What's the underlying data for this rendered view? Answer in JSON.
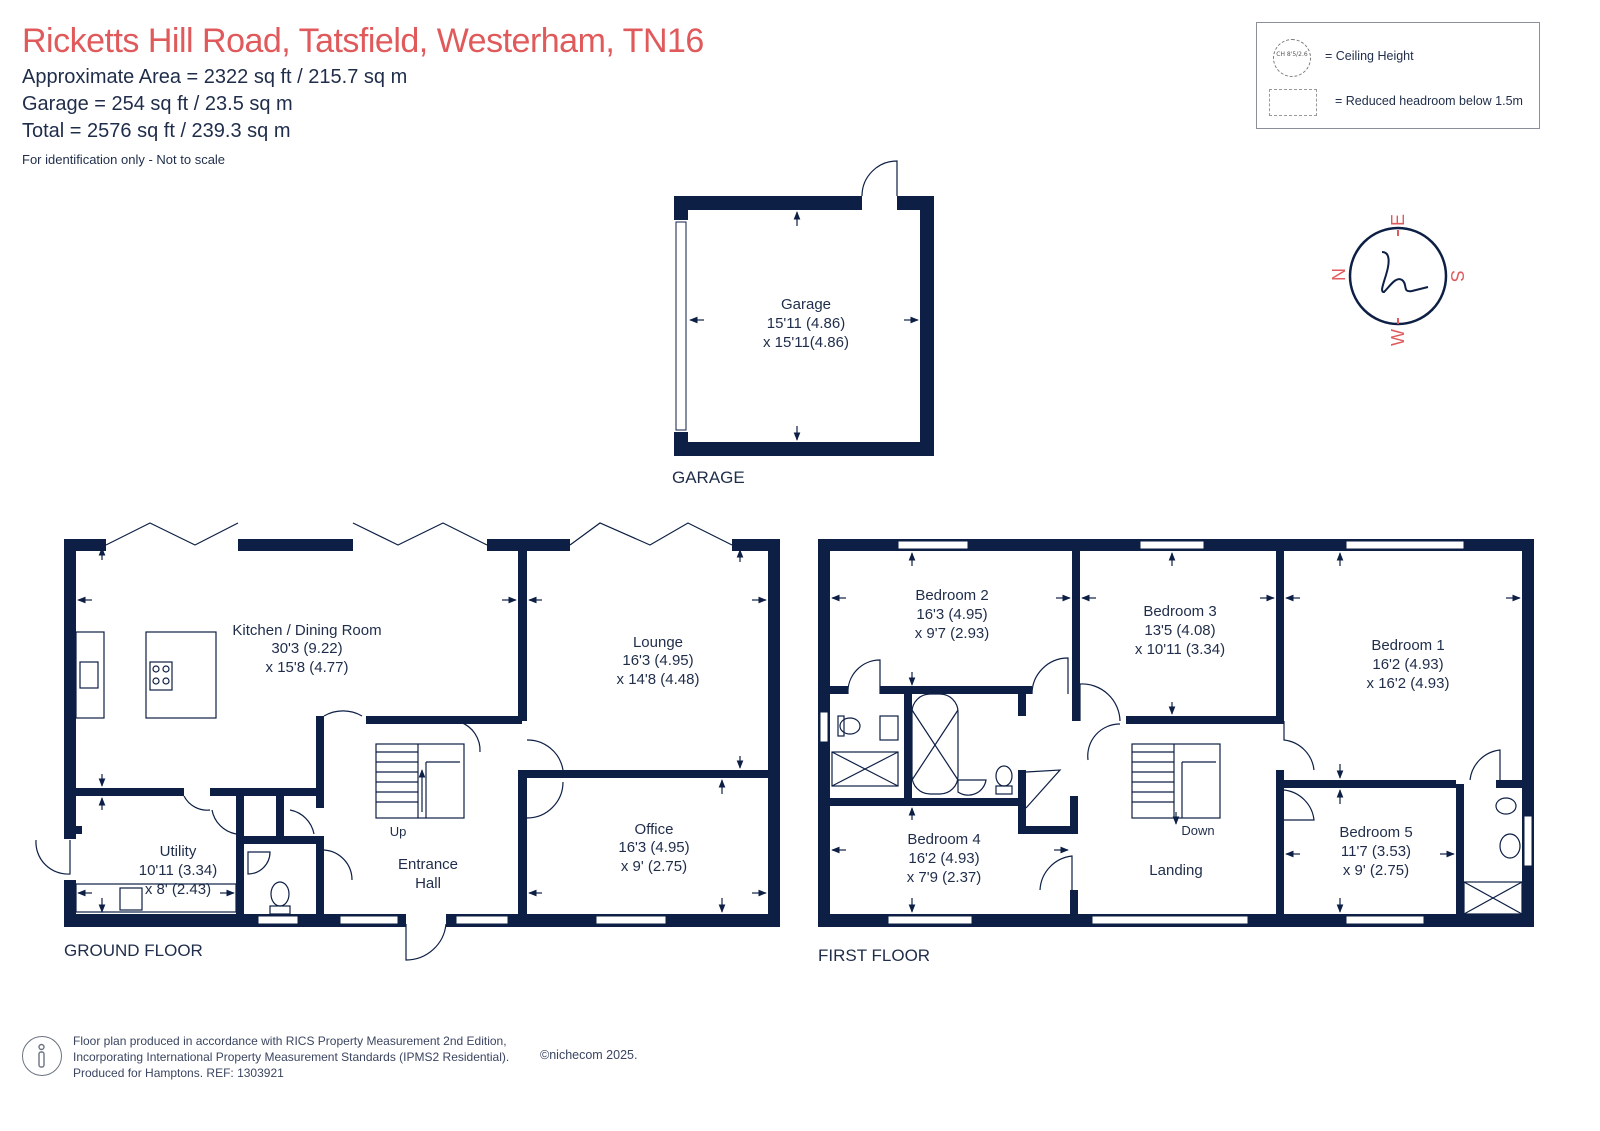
{
  "header": {
    "title": "Ricketts Hill Road, Tatsfield, Westerham, TN16",
    "approx_area": "Approximate Area = 2322 sq ft / 215.7 sq m",
    "garage_area": "Garage = 254 sq ft / 23.5 sq m",
    "total_area": "Total = 2576 sq ft / 239.3 sq m",
    "note": "For identification only - Not to scale"
  },
  "legend": {
    "ceiling_icon_text": "CH 8'5/2.6",
    "ceiling_label": "= Ceiling Height",
    "reduced_label": "= Reduced headroom below 1.5m"
  },
  "compass": {
    "north": "N",
    "east": "E",
    "south": "S",
    "west": "W"
  },
  "floors": {
    "garage": "GARAGE",
    "ground": "GROUND FLOOR",
    "first": "FIRST FLOOR"
  },
  "rooms": {
    "garage": {
      "name": "Garage",
      "dim1": "15'11 (4.86)",
      "dim2": "x 15'11(4.86)"
    },
    "kitchen": {
      "name": "Kitchen / Dining Room",
      "dim1": "30'3 (9.22)",
      "dim2": "x 15'8 (4.77)"
    },
    "lounge": {
      "name": "Lounge",
      "dim1": "16'3 (4.95)",
      "dim2": "x 14'8 (4.48)"
    },
    "office": {
      "name": "Office",
      "dim1": "16'3 (4.95)",
      "dim2": "x 9' (2.75)"
    },
    "utility": {
      "name": "Utility",
      "dim1": "10'11 (3.34)",
      "dim2": "x 8' (2.43)"
    },
    "hall": {
      "name": "Entrance",
      "name2": "Hall"
    },
    "stairs_up": "Up",
    "bedroom2": {
      "name": "Bedroom 2",
      "dim1": "16'3 (4.95)",
      "dim2": "x 9'7 (2.93)"
    },
    "bedroom3": {
      "name": "Bedroom 3",
      "dim1": "13'5 (4.08)",
      "dim2": "x 10'11 (3.34)"
    },
    "bedroom1": {
      "name": "Bedroom 1",
      "dim1": "16'2 (4.93)",
      "dim2": "x 16'2 (4.93)"
    },
    "bedroom4": {
      "name": "Bedroom 4",
      "dim1": "16'2 (4.93)",
      "dim2": "x 7'9 (2.37)"
    },
    "bedroom5": {
      "name": "Bedroom 5",
      "dim1": "11'7 (3.53)",
      "dim2": "x 9' (2.75)"
    },
    "landing": {
      "name": "Landing"
    },
    "stairs_down": "Down"
  },
  "footer": {
    "line1": "Floor plan produced in accordance with RICS Property Measurement 2nd Edition,",
    "line2": "Incorporating International Property Measurement Standards (IPMS2 Residential).",
    "line3": "Produced for Hamptons.   REF: 1303921",
    "copyright": "©nichecom 2025."
  },
  "colors": {
    "wall": "#0d1f44",
    "title": "#e05a5c",
    "compass_letters": "#e05a5c"
  }
}
